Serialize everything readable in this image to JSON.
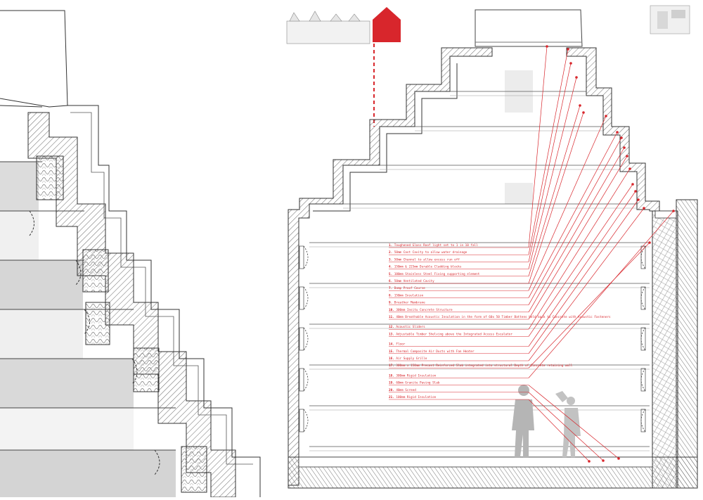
{
  "drawing": {
    "accent_color": "#d8262c",
    "line_color": "#2b2b2b",
    "hatch_color": "#555555"
  },
  "notes": [
    {
      "num": "1.",
      "text": "Toughened Glass Roof light set to 1 in 10 fall"
    },
    {
      "num": "2.",
      "text": "50mm Cast Cavity to allow water drainage"
    },
    {
      "num": "3.",
      "text": "50mm Channel to allow excess run off"
    },
    {
      "num": "4.",
      "text": "150mm & 225mm Durable Cladding blocks"
    },
    {
      "num": "5.",
      "text": "100mm Stainless Steel Fixing supporting element"
    },
    {
      "num": "6.",
      "text": "50mm Ventilated Cavity"
    },
    {
      "num": "7.",
      "text": "Damp Proof Course"
    },
    {
      "num": "8.",
      "text": "150mm Insulation"
    },
    {
      "num": "9.",
      "text": "Breather Membrane"
    },
    {
      "num": "10.",
      "text": "300mm Insitu Concrete Structure"
    },
    {
      "num": "11.",
      "text": "40mm Breathable Acoustic Insulation in the form of 60x 50 Timber Battens held back to Concrete with Acoustic Fasteners"
    },
    {
      "num": "12.",
      "text": "Acoustic Sliders"
    },
    {
      "num": "13.",
      "text": "Adjustable Timber Shelving above the Integrated Access Escalator"
    },
    {
      "num": "14.",
      "text": "Floor"
    },
    {
      "num": "15.",
      "text": "Thermal Composite Air Ducts with Fan Heater"
    },
    {
      "num": "16.",
      "text": "Air Supply Grille"
    },
    {
      "num": "17.",
      "text": "300mm x 150mm Precast Reinforced Slab integrated into structural Depth of Concrete retaining wall"
    },
    {
      "num": "18.",
      "text": "300mm Rigid Insulation"
    },
    {
      "num": "19.",
      "text": "60mm Granite Paving Slab"
    },
    {
      "num": "20.",
      "text": "40mm Screed"
    },
    {
      "num": "21.",
      "text": "100mm Rigid Insulation"
    }
  ]
}
